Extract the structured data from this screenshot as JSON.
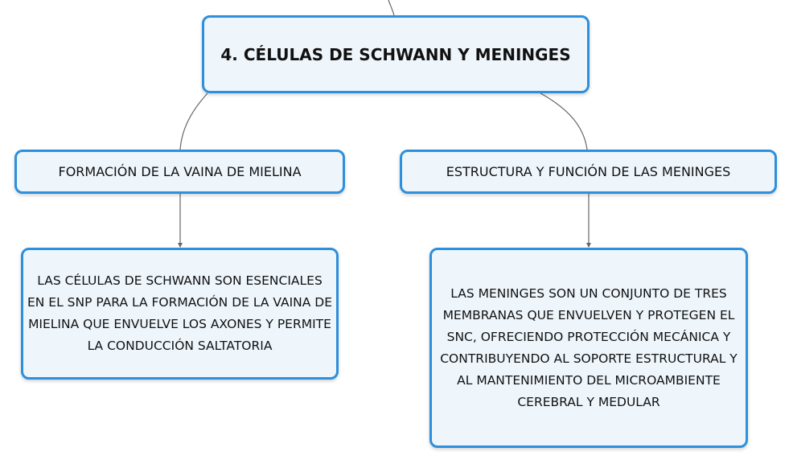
{
  "root": {
    "title": "4. CÉLULAS DE SCHWANN Y MENINGES"
  },
  "branches": [
    {
      "title": "FORMACIÓN DE LA VAINA DE MIELINA",
      "detail": "LAS CÉLULAS DE SCHWANN SON ESENCIALES EN EL SNP PARA LA FORMACIÓN DE LA VAINA DE MIELINA QUE ENVUELVE LOS AXONES Y PERMITE LA CONDUCCIÓN SALTATORIA"
    },
    {
      "title": "ESTRUCTURA Y FUNCIÓN DE LAS MENINGES",
      "detail": "LAS MENINGES SON UN CONJUNTO DE TRES MEMBRANAS QUE ENVUELVEN Y PROTEGEN EL SNC, OFRECIENDO PROTECCIÓN MECÁNICA Y CONTRIBUYENDO AL SOPORTE ESTRUCTURAL Y AL MANTENIMIENTO DEL MICROAMBIENTE CEREBRAL Y MEDULAR"
    }
  ],
  "colors": {
    "node_border": "#2e8fdc",
    "node_fill": "#eef6fc",
    "connector": "#666666"
  }
}
